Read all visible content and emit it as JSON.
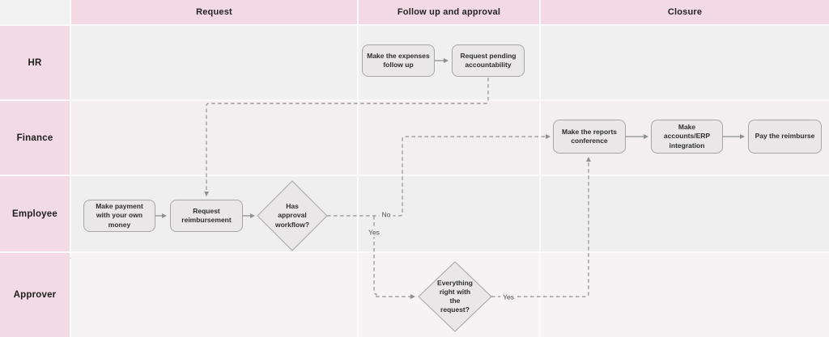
{
  "phases": [
    {
      "label": "Request"
    },
    {
      "label": "Follow up and approval"
    },
    {
      "label": "Closure"
    }
  ],
  "lanes": [
    {
      "label": "HR"
    },
    {
      "label": "Finance"
    },
    {
      "label": "Employee"
    },
    {
      "label": "Approver"
    }
  ],
  "nodes": [
    {
      "id": "make-expenses-follow-up",
      "type": "process",
      "lane": "HR",
      "phase": "Follow up and approval",
      "text": "Make the expenses follow up"
    },
    {
      "id": "request-pending-accountability",
      "type": "process",
      "lane": "HR",
      "phase": "Follow up and approval",
      "text": "Request pending accountability"
    },
    {
      "id": "make-reports-conference",
      "type": "process",
      "lane": "Finance",
      "phase": "Closure",
      "text": "Make the reports conference"
    },
    {
      "id": "make-accounts-erp-integration",
      "type": "process",
      "lane": "Finance",
      "phase": "Closure",
      "text": "Make accounts/ERP integration"
    },
    {
      "id": "pay-the-reimburse",
      "type": "process",
      "lane": "Finance",
      "phase": "Closure",
      "text": "Pay the reimburse"
    },
    {
      "id": "make-payment-own-money",
      "type": "process",
      "lane": "Employee",
      "phase": "Request",
      "text": "Make payment with your own money"
    },
    {
      "id": "request-reimbursement",
      "type": "process",
      "lane": "Employee",
      "phase": "Request",
      "text": "Request reimbursement"
    },
    {
      "id": "has-approval-workflow",
      "type": "decision",
      "lane": "Employee",
      "phase": "Request",
      "text": "Has approval workflow?"
    },
    {
      "id": "everything-right-request",
      "type": "decision",
      "lane": "Approver",
      "phase": "Follow up and approval",
      "text": "Everything right with the request?"
    }
  ],
  "edge_labels": [
    {
      "text": "No"
    },
    {
      "text": "Yes"
    },
    {
      "text": "Yes"
    }
  ],
  "colors": {
    "header_pink": "#f3d9e3",
    "label_pink": "#f2dbe4",
    "corner_gray": "#f2f1f1",
    "lane_hr": "#f1f0f0",
    "lane_finance": "#f3eff1",
    "lane_employee": "#f0efef",
    "lane_approver": "#f5f3f4",
    "node_fill": "#e9e7e8",
    "node_border": "#a6a5a5",
    "connector": "#8f8f8f"
  }
}
